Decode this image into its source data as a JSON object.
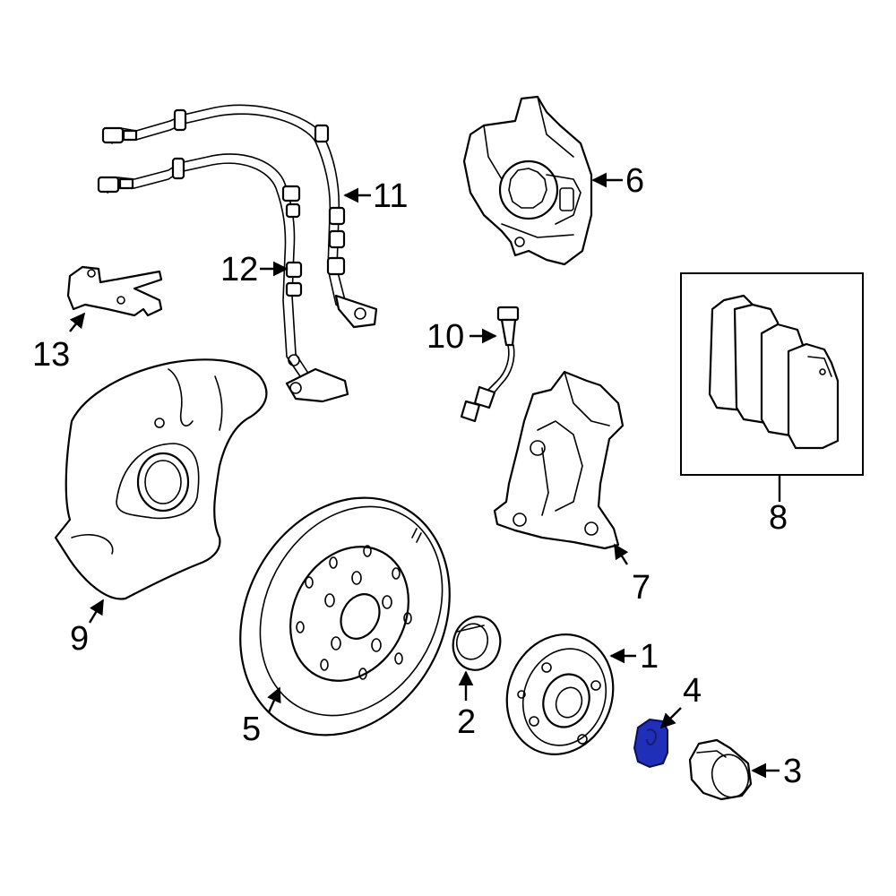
{
  "callouts": {
    "c1": "1",
    "c2": "2",
    "c3": "3",
    "c4": "4",
    "c5": "5",
    "c6": "6",
    "c7": "7",
    "c8": "8",
    "c9": "9",
    "c10": "10",
    "c11": "11",
    "c12": "12",
    "c13": "13"
  },
  "colors": {
    "highlight": "#1f2fb8",
    "line": "#000000",
    "background": "#ffffff"
  }
}
